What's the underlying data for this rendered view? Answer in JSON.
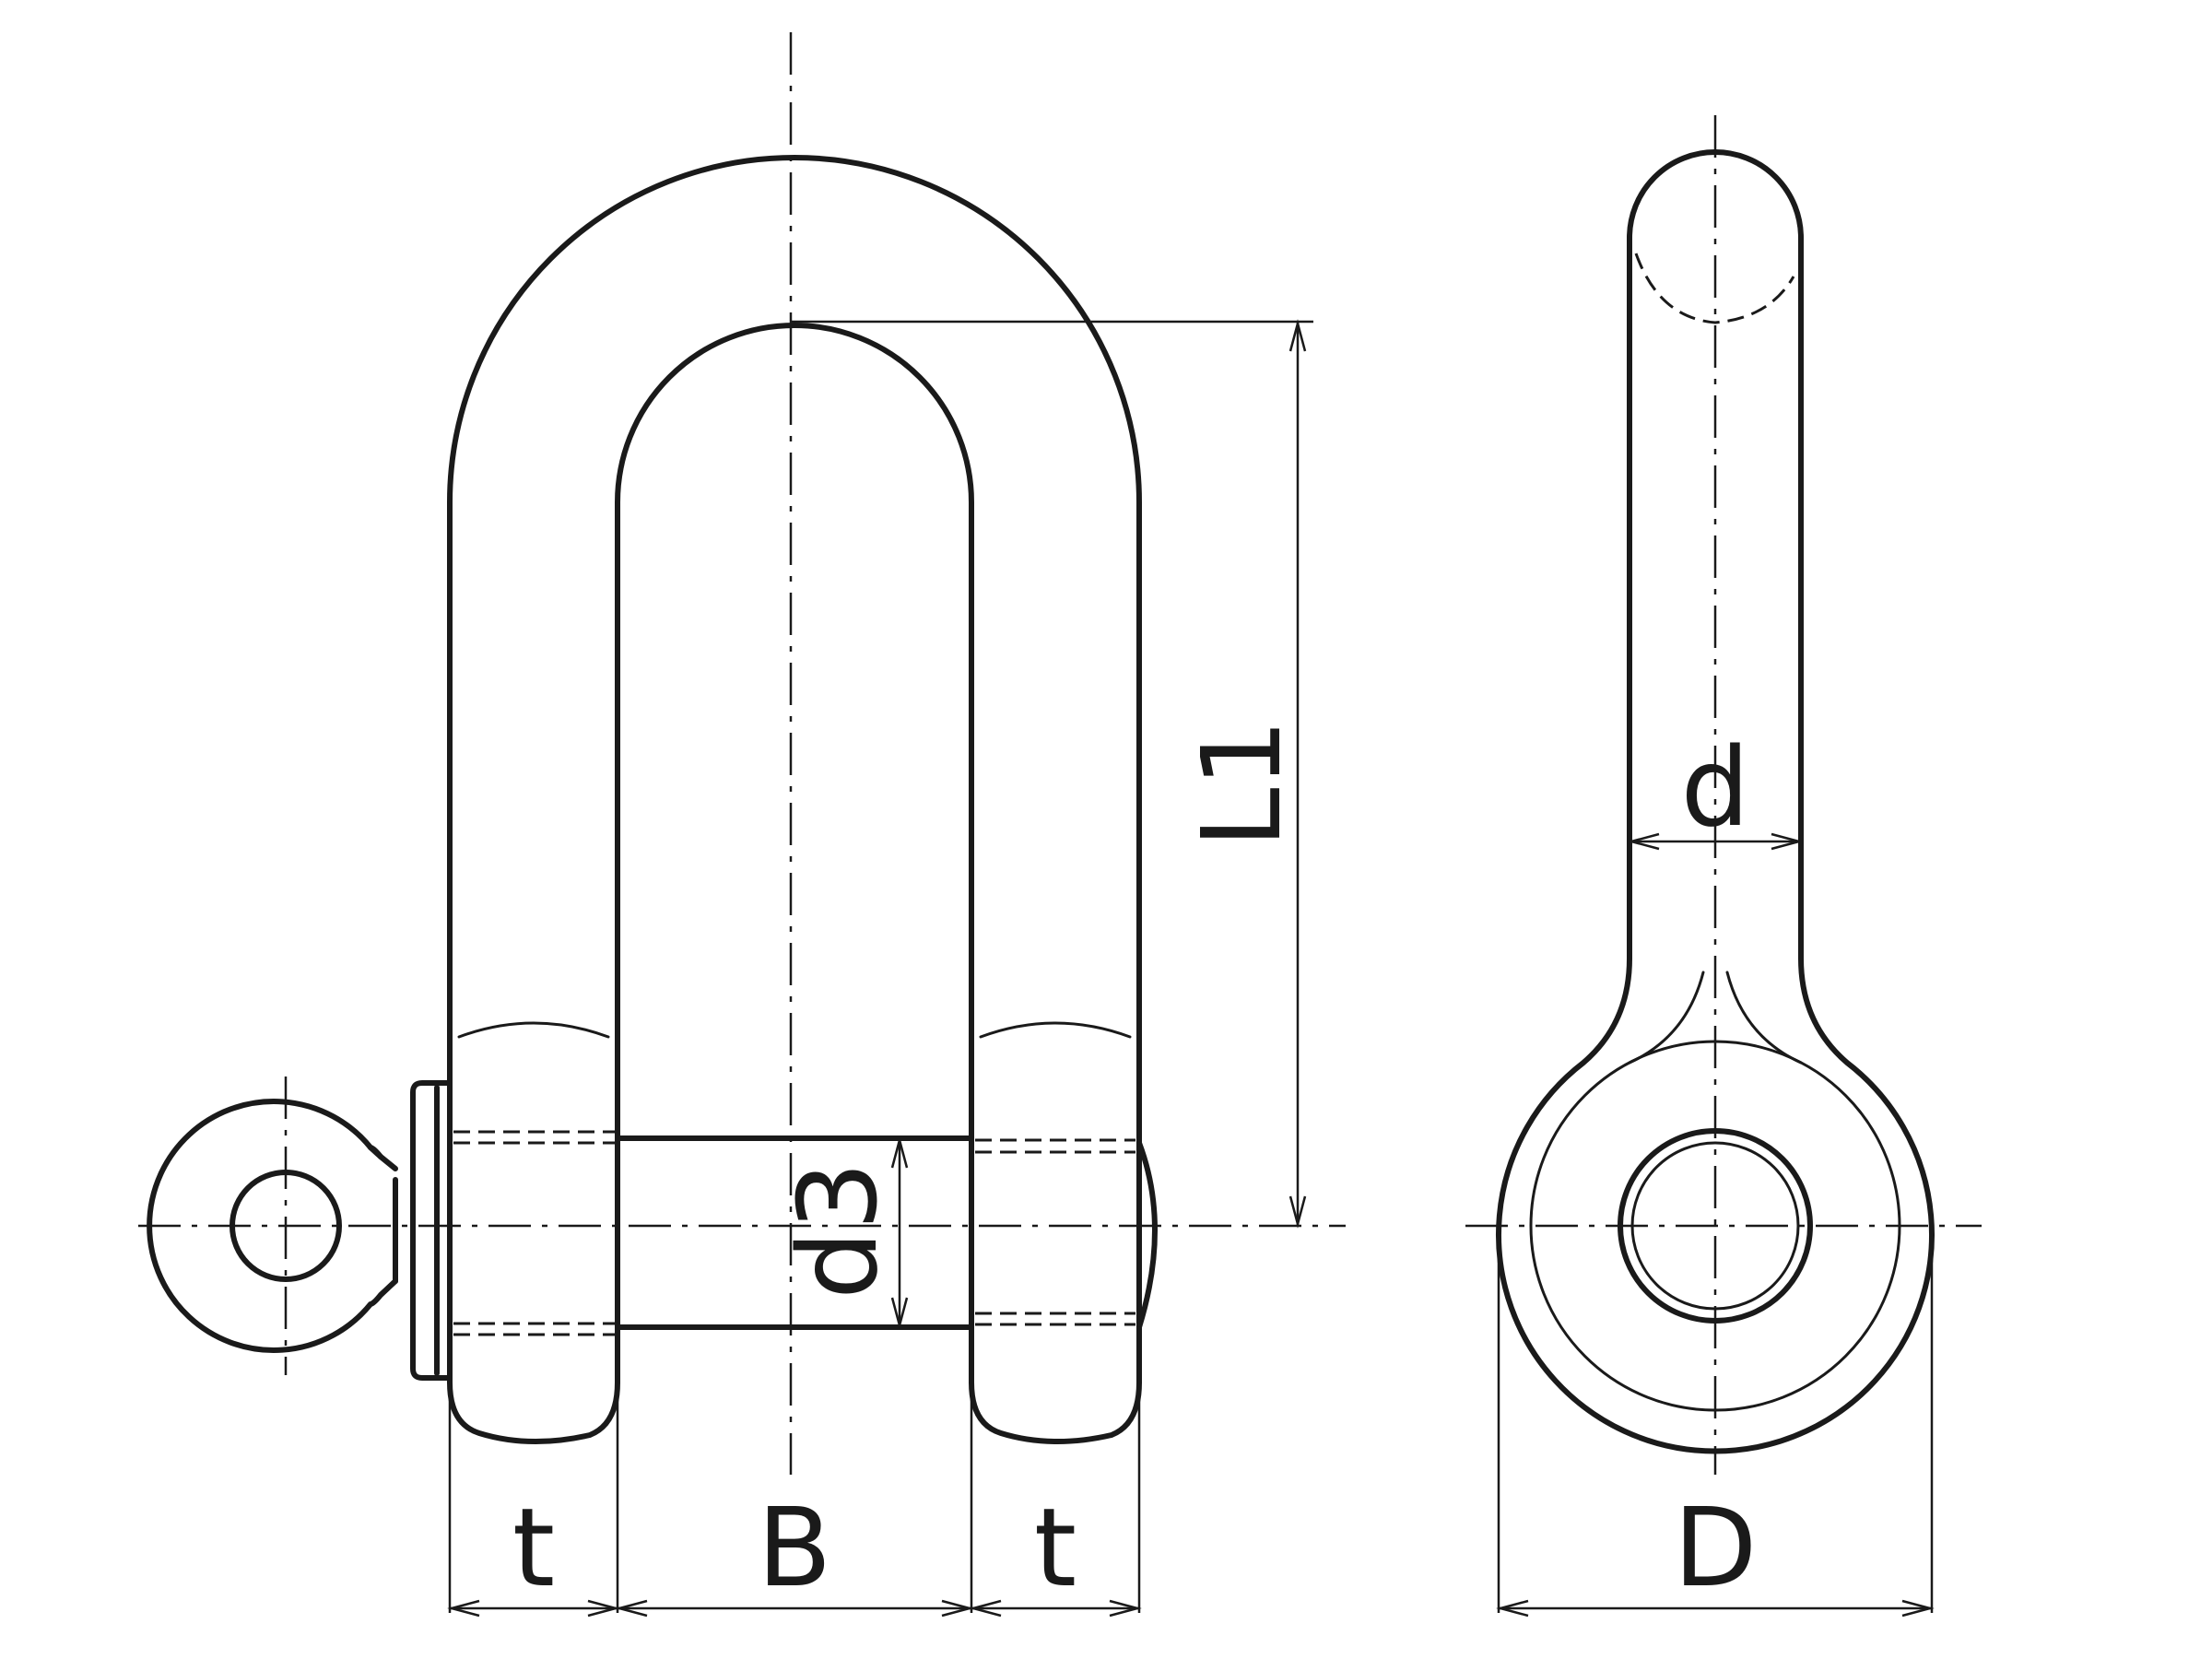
{
  "labels": {
    "L1": "L1",
    "d": "d",
    "d3": "d3",
    "t_left": "t",
    "B": "B",
    "t_right": "t",
    "D": "D"
  },
  "colors": {
    "line": "#1a1a1a",
    "background": "#ffffff"
  }
}
